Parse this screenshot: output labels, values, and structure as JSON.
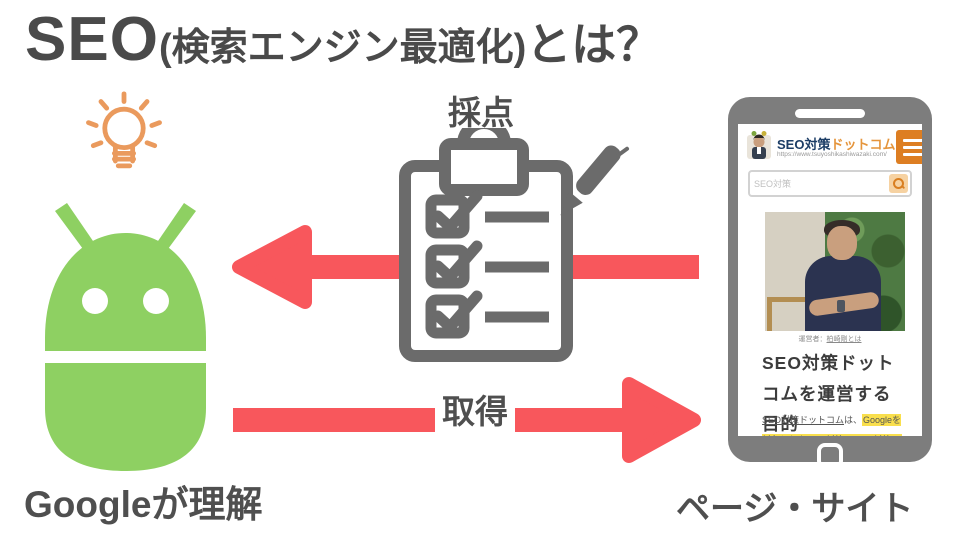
{
  "title": {
    "seo": "SEO",
    "paren": "(検索エンジン最適化)",
    "suffix": "とは？"
  },
  "diagram": {
    "scoring_label": "採点",
    "acquire_label": "取得",
    "left_caption": "Googleが理解",
    "right_caption": "ページ・サイト"
  },
  "phone": {
    "site_name_main": "SEO対策",
    "site_name_accent": "ドットコム",
    "site_url": "https://www.tsuyoshikashiwazaki.com/",
    "search_placeholder": "SEO対策",
    "photo_caption_prefix": "運営者：",
    "photo_caption_link": "柏崎剛とは",
    "article_heading": "SEO対策ドットコムを運営する目的",
    "body_link": "SEO対策ドットコム",
    "body_plain": "は、",
    "body_highlight": "Googleを対象としたSEO対策・MEO対策・"
  },
  "icons": {
    "lightbulb": "idea-lightbulb",
    "robot": "android-googlebot",
    "clipboard": "checklist-clipboard",
    "pen": "pen",
    "menu": "hamburger-menu",
    "search": "magnifier"
  },
  "colors": {
    "arrow_red": "#F8575C",
    "robot_green": "#8ED062",
    "bulb_orange": "#EA9A5D",
    "accent_orange": "#DD7E22",
    "brand_navy": "#1C3D66",
    "highlight_yellow": "#F9DF4D",
    "icon_gray": "#6B6B6B",
    "text_gray": "#4A4A4A"
  }
}
